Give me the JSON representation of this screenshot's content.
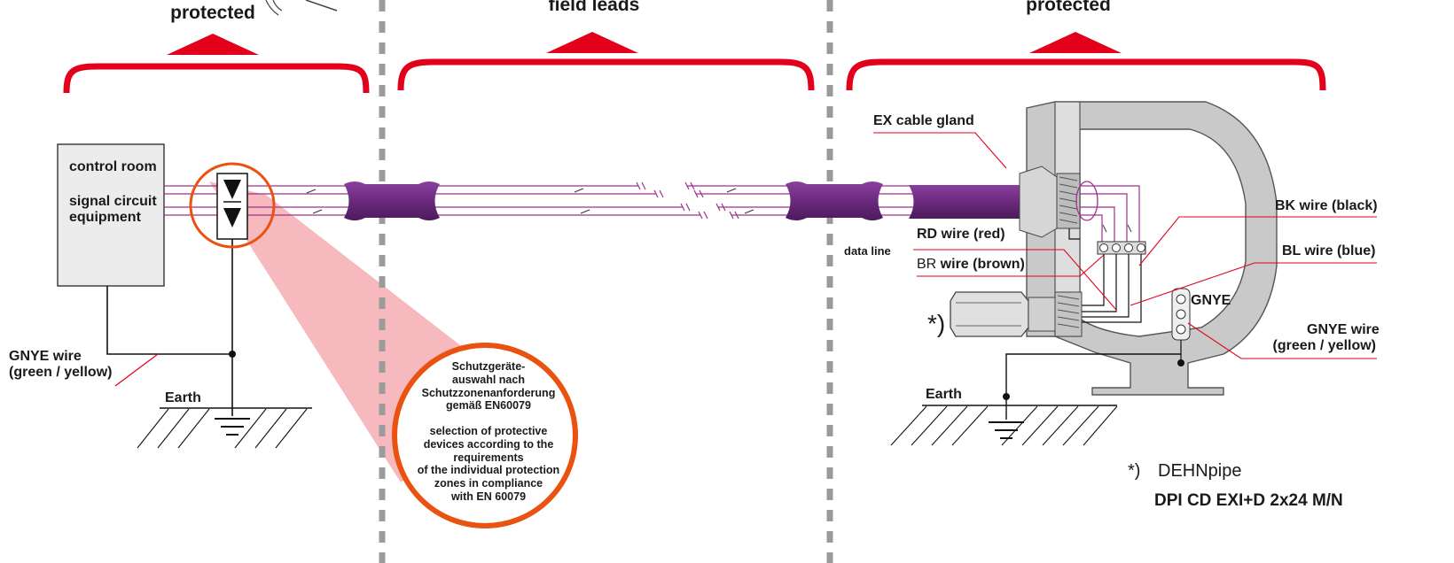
{
  "headers": {
    "left": "protected",
    "middle": "field leads",
    "right": "protected"
  },
  "left_station": {
    "box_title": "control room",
    "box_line1": "signal circuit",
    "box_line2": "equipment",
    "earth": "Earth",
    "gnye_line1": "GNYE wire",
    "gnye_line2": "(green / yellow)"
  },
  "callout": {
    "de_line1": "Schutzgeräte-",
    "de_line2": "auswahl nach",
    "de_line3": "Schutzzonenanforderung",
    "de_line4": "gemäß EN60079",
    "en_line1": "selection of protective",
    "en_line2": "devices according to the",
    "en_line3": "requirements",
    "en_line4": "of the individual protection",
    "en_line5": "zones in compliance",
    "en_line6": "with EN 60079"
  },
  "right_station": {
    "ex_gland": "EX cable gland",
    "data_line": "data line",
    "rd_wire": "RD wire (red)",
    "br_prefix": "BR",
    "br_wire": " wire (brown)",
    "bk_wire": "BK wire (black)",
    "bl_wire": "BL wire (blue)",
    "gnye_tag": "GNYE",
    "gnye_line1": "GNYE wire",
    "gnye_line2": "(green / yellow)",
    "earth": "Earth",
    "asterisk": "*)"
  },
  "footnote": {
    "marker": "*)",
    "product_family": "DEHNpipe",
    "product_code": "DPI CD EXI+D 2x24 M/N"
  },
  "colors": {
    "accent_red": "#e2001a",
    "cable_purple": "#6b2a7e",
    "wire_magenta": "#a0308c",
    "beam_pink": "#f6b6ba",
    "callout_orange": "#ea5212",
    "divider_gray": "#9b9b9b"
  }
}
